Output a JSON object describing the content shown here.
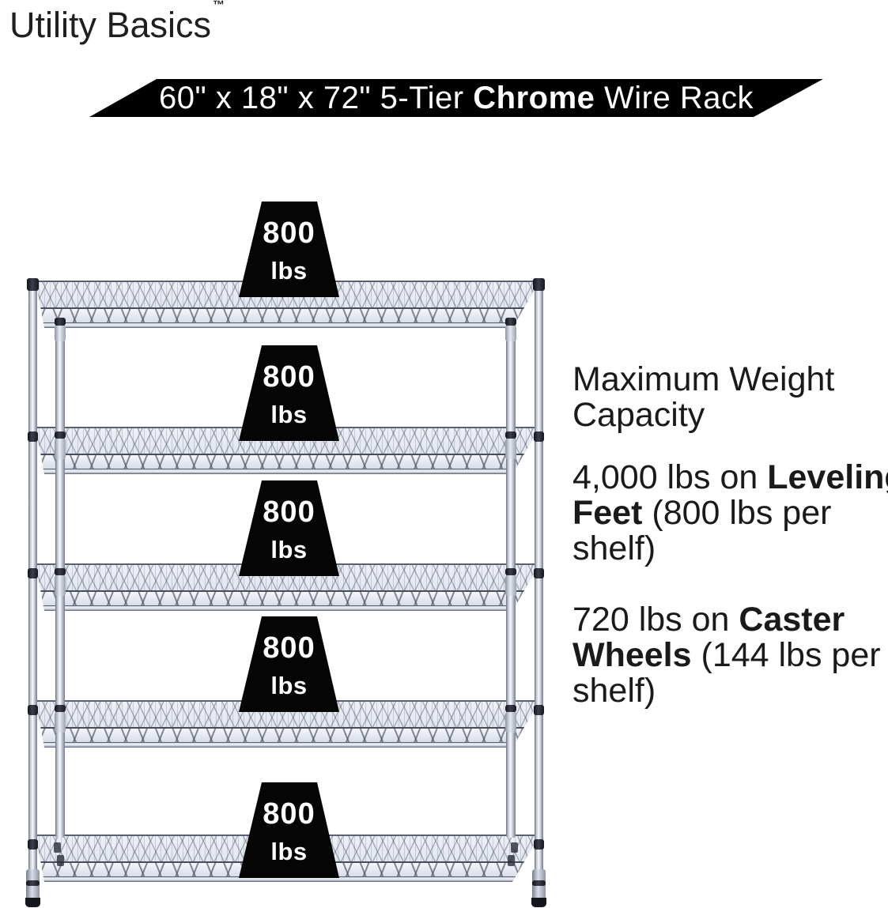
{
  "colors": {
    "background": "#ffffff",
    "banner_bg": "#000000",
    "banner_text": "#ffffff",
    "body_text": "#1a1a1a",
    "weight_icon_bg": "#050505",
    "weight_icon_text": "#ffffff",
    "chrome_tint": "#e2e6ef"
  },
  "brand": {
    "name": "Utility Basics",
    "trademark": "™"
  },
  "banner": {
    "pre": "60\" x 18\" x 72\" 5-Tier ",
    "bold": "Chrome",
    "post": " Wire Rack"
  },
  "rack": {
    "description": "5-tier chrome wire shelving rack",
    "tiers": 5
  },
  "weights": {
    "items": [
      {
        "value": "800",
        "unit": "lbs"
      },
      {
        "value": "800",
        "unit": "lbs"
      },
      {
        "value": "800",
        "unit": "lbs"
      },
      {
        "value": "800",
        "unit": "lbs"
      },
      {
        "value": "800",
        "unit": "lbs"
      }
    ]
  },
  "info": {
    "heading_line1": "Maximum Weight",
    "heading_line2": "Capacity",
    "p1": {
      "seg1": "4,000 lbs on ",
      "seg2_bold": "Leveling",
      "seg3_bold": "Feet",
      "seg4": " (800 lbs per",
      "seg5": "shelf)"
    },
    "p2": {
      "seg1": "720 lbs on ",
      "seg2_bold": "Caster",
      "seg3_bold": "Wheels",
      "seg4": " (144 lbs per",
      "seg5": "shelf)"
    }
  }
}
